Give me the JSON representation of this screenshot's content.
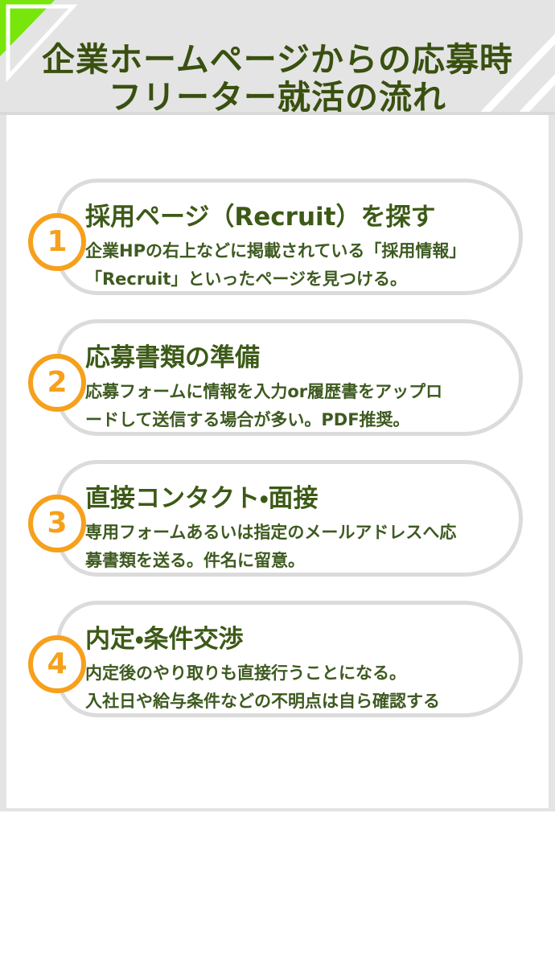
{
  "header": {
    "title_line1": "企業ホームページからの応募時",
    "title_line2": "フリーター就活の流れ"
  },
  "steps": [
    {
      "number": "1",
      "title": "採用ページ（Recruit）を探す",
      "description": "企業HPの右上などに掲載されている「採用情報」\n「Recruit」といったページを見つける。"
    },
    {
      "number": "2",
      "title": "応募書類の準備",
      "description": "応募フォームに情報を入力or履歴書をアップロ\nードして送信する場合が多い。PDF推奨。"
    },
    {
      "number": "3",
      "title": "直接コンタクト・面接",
      "description": "専用フォームあるいは指定のメールアドレスへ応\n募書類を送る。件名に留意。"
    },
    {
      "number": "4",
      "title": "内定・条件交渉",
      "description": "内定後のやり取りも直接行うことになる。\n入社日や給与条件などの不明点は自ら確認する"
    }
  ],
  "colors": {
    "banner_bg": "#e4e4e4",
    "divider": "#d9d9d9",
    "lime_green": "#78e60a",
    "title_green": "#39500f",
    "heading_green": "#3c5a16",
    "body_green": "#3e5a20",
    "number_orange": "#f6a01c",
    "box_border": "#dbdbdb",
    "card_bg": "#ffffff"
  }
}
